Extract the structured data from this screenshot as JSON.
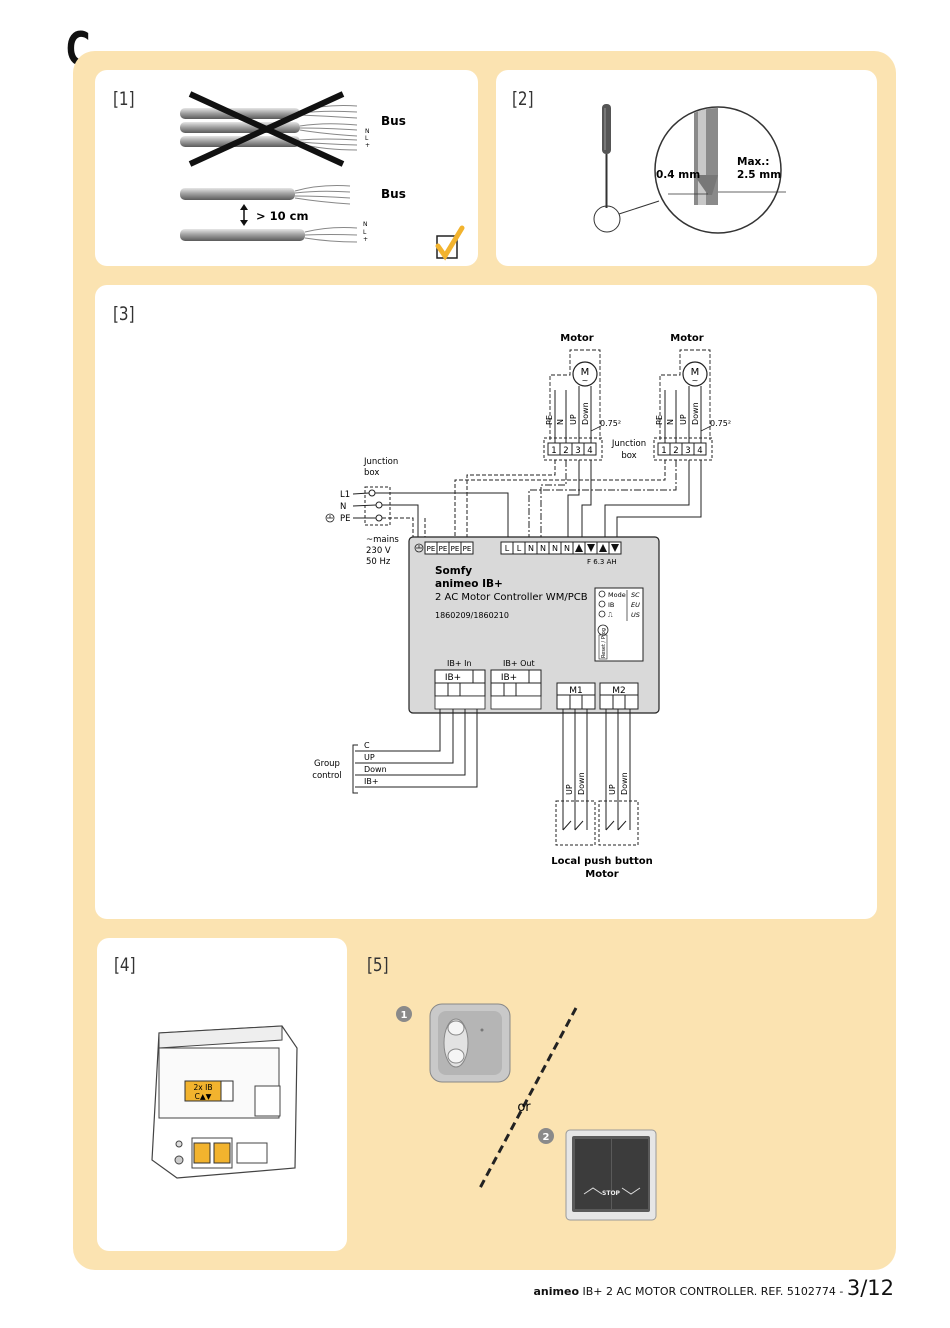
{
  "section": "C",
  "panels": {
    "p1": {
      "label": "[1]",
      "bus_top": "Bus",
      "bus_bottom": "Bus",
      "distance": "> 10 cm",
      "wire_letters": [
        "N",
        "L",
        "+"
      ]
    },
    "p2": {
      "label": "[2]",
      "tip_width": "0.4 mm",
      "max_label": "Max.:",
      "max_value": "2.5 mm"
    },
    "p3": {
      "label": "[3]",
      "motor1": "Motor",
      "motor2": "Motor",
      "motor_symbol": "M",
      "motor_sub": "~",
      "wire_labels": [
        "PE",
        "N",
        "UP",
        "Down"
      ],
      "cross_section": "0.75²",
      "junction_box_right": [
        "Junction",
        "box"
      ],
      "junction_box_left": [
        "Junction",
        "box"
      ],
      "mains_labels": [
        "L1",
        "N",
        "PE"
      ],
      "mains_info": [
        "~mains",
        "230 V",
        "50 Hz"
      ],
      "terminal_blocks": [
        "1",
        "2",
        "3",
        "4"
      ],
      "pe_terminals": [
        "PE",
        "PE",
        "PE",
        "PE"
      ],
      "power_terminals": [
        "L",
        "L",
        "N",
        "N",
        "N",
        "N"
      ],
      "fuse": "F 6.3 AH",
      "device_brand": "Somfy",
      "device_name": "animeo IB+",
      "device_desc": "2 AC Motor Controller WM/PCB",
      "device_ref": "1860209/1860210",
      "mode_options": [
        "Mode",
        "IB",
        "⎍"
      ],
      "mode_regions": [
        "SC",
        "EU",
        "US"
      ],
      "reset_label": "Reset / Prog",
      "ib_in": "IB+  In",
      "ib_out": "IB+  Out",
      "ib_box": "IB+",
      "m1": "M1",
      "m2": "M2",
      "group_control": [
        "Group",
        "control"
      ],
      "group_lines": [
        "C",
        "UP",
        "Down",
        "IB+"
      ],
      "local_button_wires": [
        "UP",
        "Down"
      ],
      "local_push": [
        "Local push button",
        "Motor"
      ]
    },
    "p4": {
      "label": "[4]",
      "module_label": "2x IB",
      "module_sub": "C▲▼"
    },
    "p5": {
      "label": "[5]",
      "badge1": "1",
      "badge2": "2",
      "or": "or",
      "stop": "STOP"
    }
  },
  "footer": {
    "brand": "animeo",
    "text": " IB+ 2 AC MOTOR CONTROLLER. REF. 5102774 - ",
    "page": "3/12"
  },
  "colors": {
    "background_band": "#fbe3b1",
    "panel": "#ffffff",
    "device_fill": "#d9d9d9",
    "check_yellow": "#f2b32e",
    "badge_grey": "#8a8a8a"
  }
}
